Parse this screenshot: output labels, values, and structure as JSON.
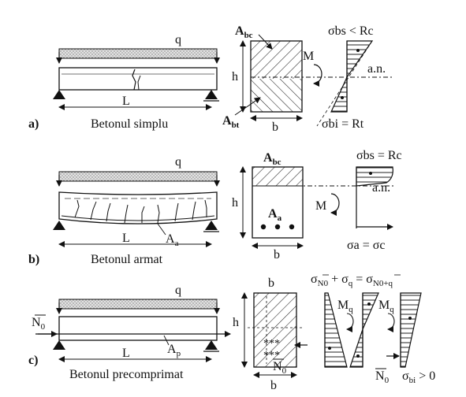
{
  "rows": [
    {
      "id": "a",
      "tag": "a)",
      "load": "q",
      "span": "L",
      "caption": "Betonul simplu",
      "height": "h",
      "width": "b",
      "zone_top": "Abc",
      "zone_bottom": "Abt",
      "moment": "M",
      "axis": "a.n.",
      "sigma_top": "σbs < Rc",
      "sigma_bottom": "σbi = Rt"
    },
    {
      "id": "b",
      "tag": "b)",
      "load": "q",
      "span": "L",
      "caption": "Betonul armat",
      "rebar": "Aa",
      "height": "h",
      "width": "b",
      "zone_top": "Abc",
      "rebar_section": "Aa",
      "moment": "M",
      "axis": "a.n.",
      "sigma_top": "σbs = Rc",
      "sigma_bottom": "σa = σc"
    },
    {
      "id": "c",
      "tag": "c)",
      "load": "q",
      "span": "L",
      "caption": "Betonul precomprimat",
      "force": "N0",
      "tendon": "Ap",
      "height": "h",
      "width": "b",
      "force_section": "N0",
      "equation_1": "σN0",
      "equation_plus": "+",
      "equation_2": "σq",
      "equation_eq": "=",
      "equation_3": "σN0+q",
      "moment_1": "Mq",
      "moment_2": "Mq",
      "force_diagram": "N0",
      "sigma_bottom": "σbi > 0"
    }
  ]
}
